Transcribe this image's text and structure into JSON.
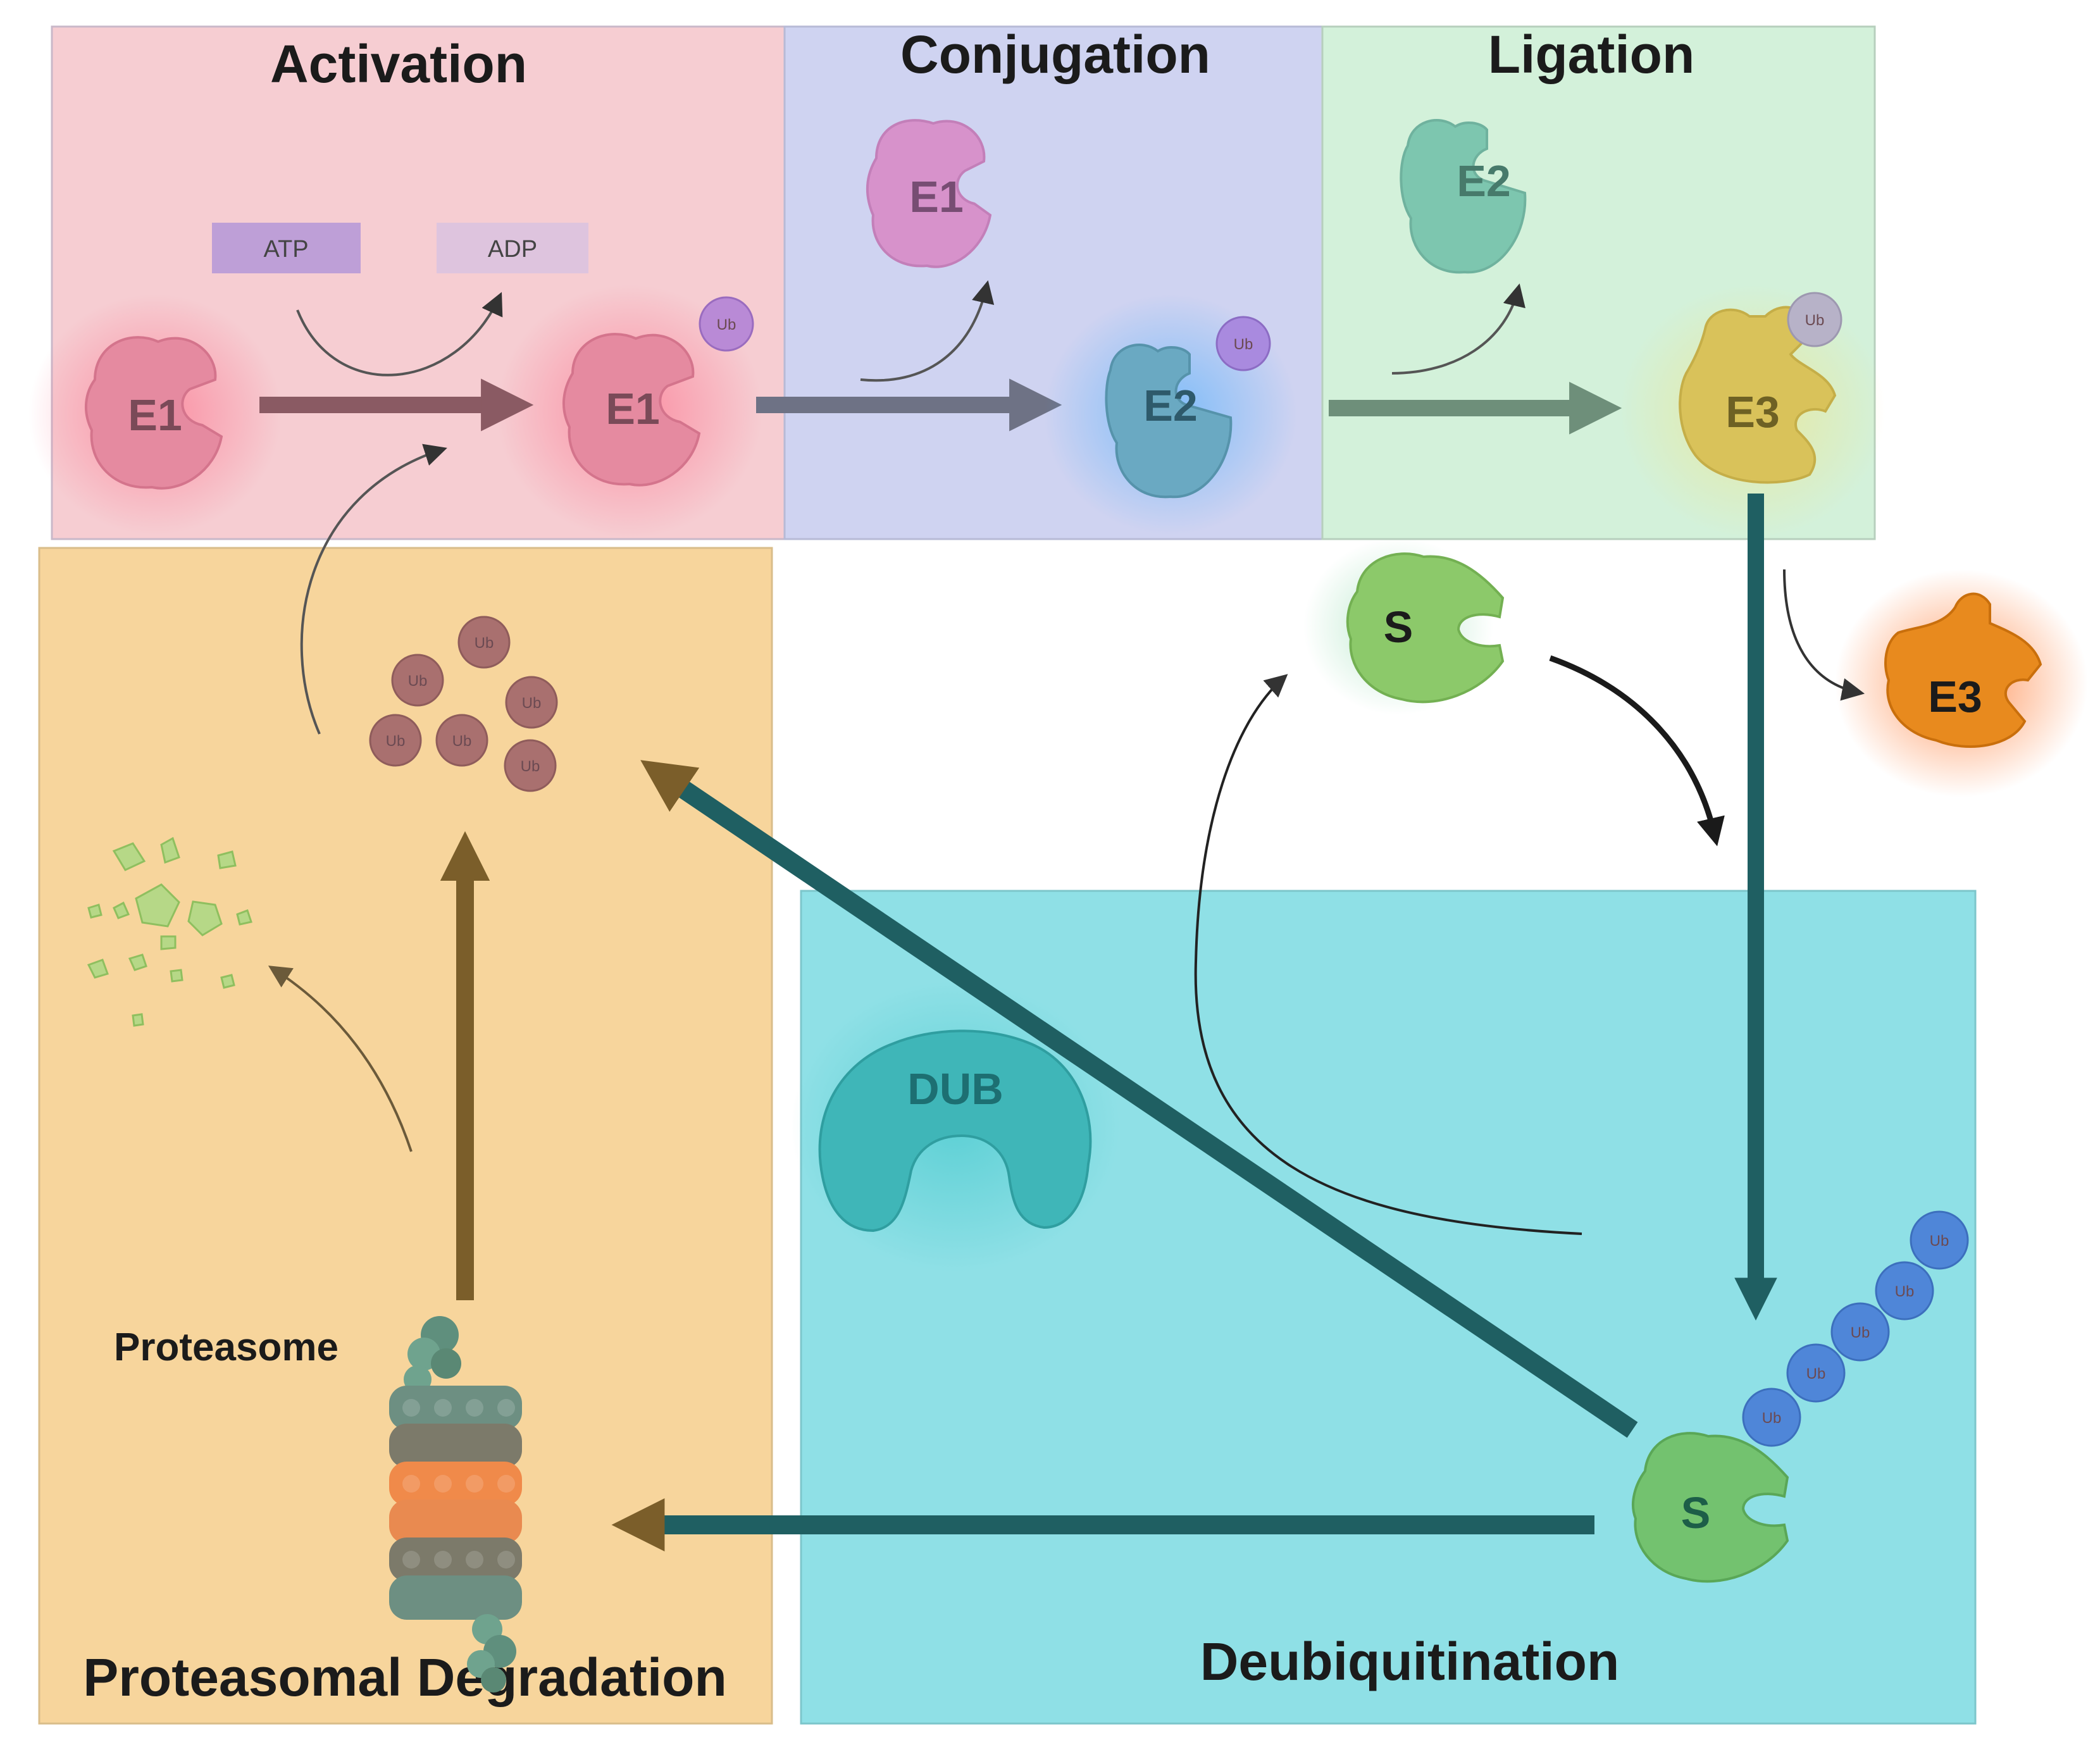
{
  "panels": {
    "activation": {
      "title": "Activation",
      "color": "#f6cdd2"
    },
    "conjugation": {
      "title": "Conjugation",
      "color": "#cfd3f1"
    },
    "ligation": {
      "title": "Ligation",
      "color": "#d3f1da"
    },
    "degradation": {
      "title": "Proteasomal Degradation",
      "color": "#f7d59c"
    },
    "deubiquitination": {
      "title": "Deubiquitination",
      "color": "#8fe0e6"
    }
  },
  "labels": {
    "atp": "ATP",
    "adp": "ADP",
    "e1_start": "E1",
    "e1_ub": "E1",
    "e1_released": "E1",
    "e2_ub": "E2",
    "e2_released": "E2",
    "e3_ub": "E3",
    "e3_released": "E3",
    "substrate": "S",
    "substrate_ub": "S",
    "dub": "DUB",
    "proteasome": "Proteasome",
    "ub": "Ub"
  },
  "colors": {
    "e1": "#e58aa0",
    "e2": "#6aa9c2",
    "e3": "#d9c25a",
    "e3_released": "#e88a1e",
    "substrate": "#7fc87a",
    "dub": "#3fb6b8",
    "ub_free": "#a9706f",
    "ub_chain": "#4f86d8",
    "atp_box": "#b497d8",
    "adp_box": "#dcc3df"
  }
}
